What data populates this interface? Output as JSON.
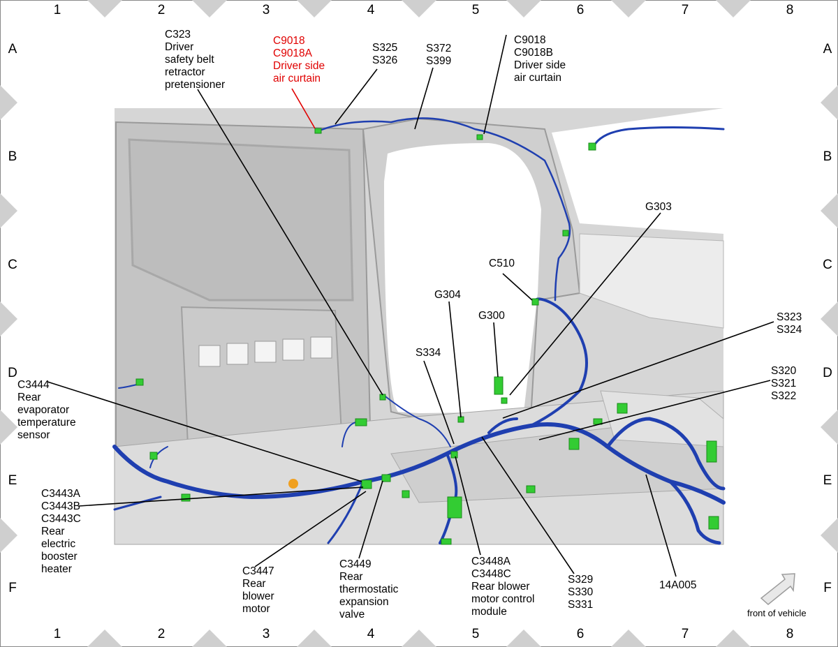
{
  "grid": {
    "columns": [
      "1",
      "2",
      "3",
      "4",
      "5",
      "6",
      "7",
      "8"
    ],
    "rows": [
      "A",
      "B",
      "C",
      "D",
      "E",
      "F"
    ]
  },
  "callouts": {
    "c323": "C323\nDriver\nsafety belt\nretractor\npretensioner",
    "c9018a": "C9018\nC9018A\nDriver side\nair curtain",
    "s325": "S325\nS326",
    "s372": "S372\nS399",
    "c9018b": "C9018\nC9018B\nDriver side\nair curtain",
    "g303": "G303",
    "c510": "C510",
    "g304": "G304",
    "g300": "G300",
    "s323": "S323\nS324",
    "s334": "S334",
    "s320": "S320\nS321\nS322",
    "c3444": "C3444\nRear\nevaporator\ntemperature\nsensor",
    "c3443": "C3443A\nC3443B\nC3443C\nRear\nelectric\nbooster\nheater",
    "c3447": "C3447\nRear\nblower\nmotor",
    "c3449": "C3449\nRear\nthermostatic\nexpansion\nvalve",
    "c3448": "C3448A\nC3448C\nRear blower\nmotor control\nmodule",
    "s329": "S329\nS330\nS331",
    "harness": "14A005"
  },
  "front_of_vehicle": "front of vehicle",
  "colors": {
    "highlight": "#e00000",
    "harness": "#1f3fb0",
    "connector": "#33cc33",
    "panel": "#d2d2d2",
    "grid_marker": "#cfcfcf"
  }
}
